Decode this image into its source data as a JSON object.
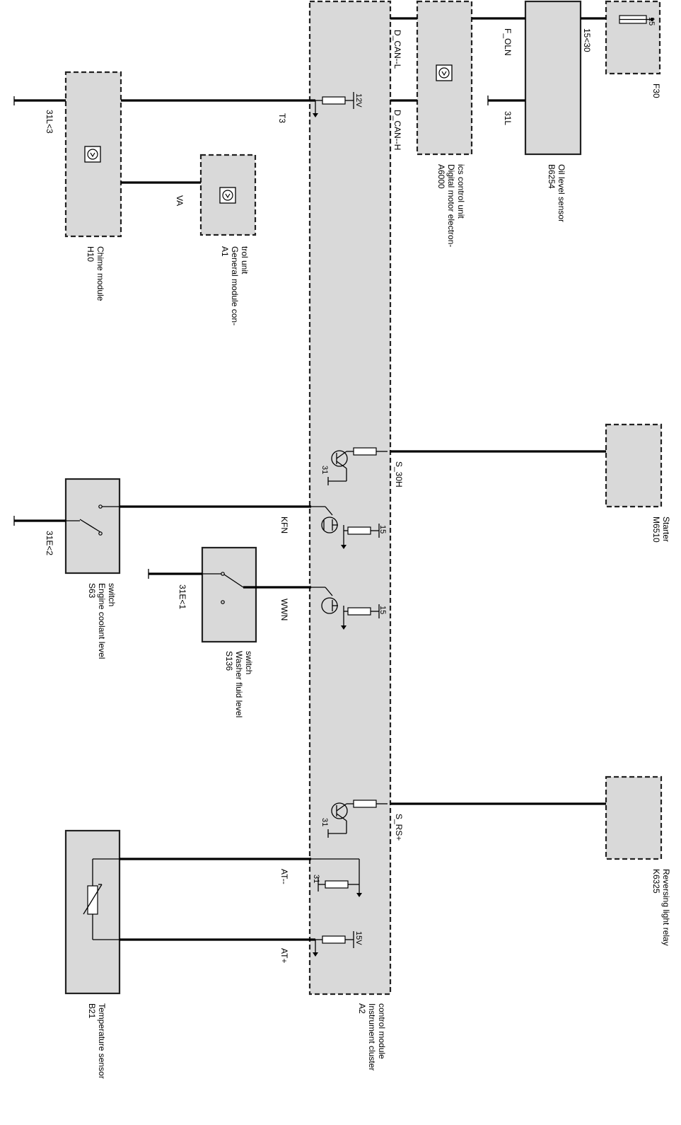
{
  "components": {
    "h10": {
      "id": "H10",
      "name": "Chime module"
    },
    "a1": {
      "id": "A1",
      "name_lines": [
        "General module con-",
        "trol unit"
      ]
    },
    "a6000": {
      "id": "A6000",
      "name_lines": [
        "Digital motor electron-",
        "ics control unit"
      ]
    },
    "b6254": {
      "id": "B6254",
      "name": "Oil level sensor"
    },
    "f30": {
      "id": "F30"
    },
    "m6510": {
      "id": "M6510",
      "name": "Starter"
    },
    "s63": {
      "id": "S63",
      "name_lines": [
        "Engine coolant level",
        "switch"
      ]
    },
    "s136": {
      "id": "S136",
      "name_lines": [
        "Washer fluid level",
        "switch"
      ]
    },
    "k6325": {
      "id": "K6325",
      "name": "Reversing light relay"
    },
    "a2": {
      "id": "A2",
      "name_lines": [
        "Instrument cluster",
        "control module"
      ]
    },
    "b21": {
      "id": "B21",
      "name": "Temperature sensor"
    }
  },
  "wires": {
    "ground_31l3": "31L<3",
    "t3": "T3",
    "v12": "12V",
    "d_can_l": "D_CAN--L",
    "d_can_h": "D_CAN--H",
    "f_oln": "F_OLN",
    "ground_31l": "31L",
    "t15_30": "15<30",
    "fuse_15": "15",
    "va": "VA",
    "s_30h": "S_30H",
    "t31_a": "31",
    "kfn": "KFN",
    "t15_a": "15",
    "ground_31e2": "31E<2",
    "wwn": "WWN",
    "t15_b": "15",
    "ground_31e1": "31E<1",
    "s_rs": "S_RS+",
    "t31_b": "31",
    "at_minus": "AT--",
    "t31_c": "31",
    "at_plus": "AT+",
    "v15": "15V"
  }
}
